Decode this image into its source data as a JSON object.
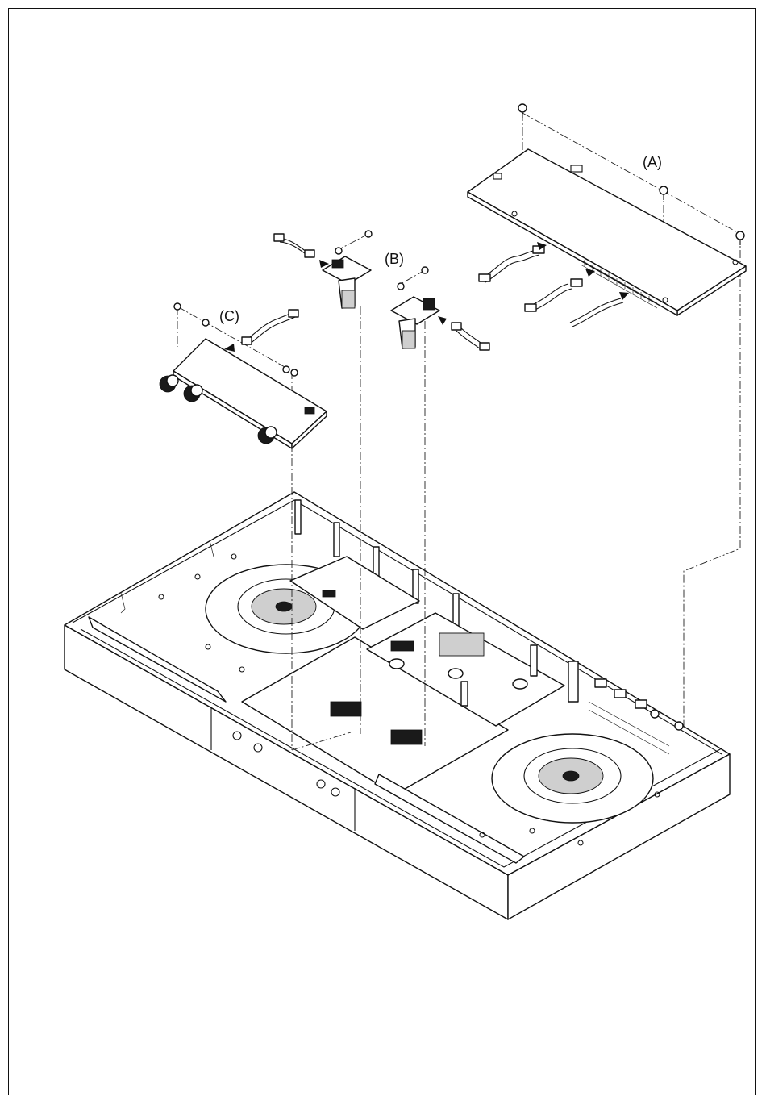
{
  "labels": {
    "board_a": "(A)",
    "board_b": "(B)",
    "board_c": "(C)"
  },
  "colors": {
    "line": "#111111",
    "background": "#ffffff"
  }
}
